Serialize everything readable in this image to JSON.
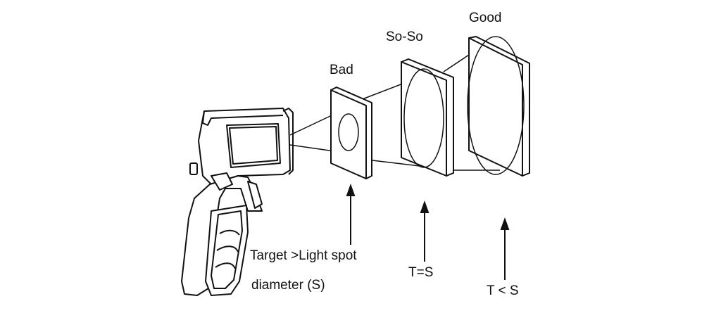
{
  "labels": {
    "bad": "Bad",
    "so_so": "So-So",
    "good": "Good",
    "target_line1": "Target >Light spot",
    "target_line2": "diameter (S)",
    "t_equals_s": "T=S",
    "t_less_s": "T < S"
  },
  "colors": {
    "line": "#111111",
    "background": "#ffffff"
  }
}
